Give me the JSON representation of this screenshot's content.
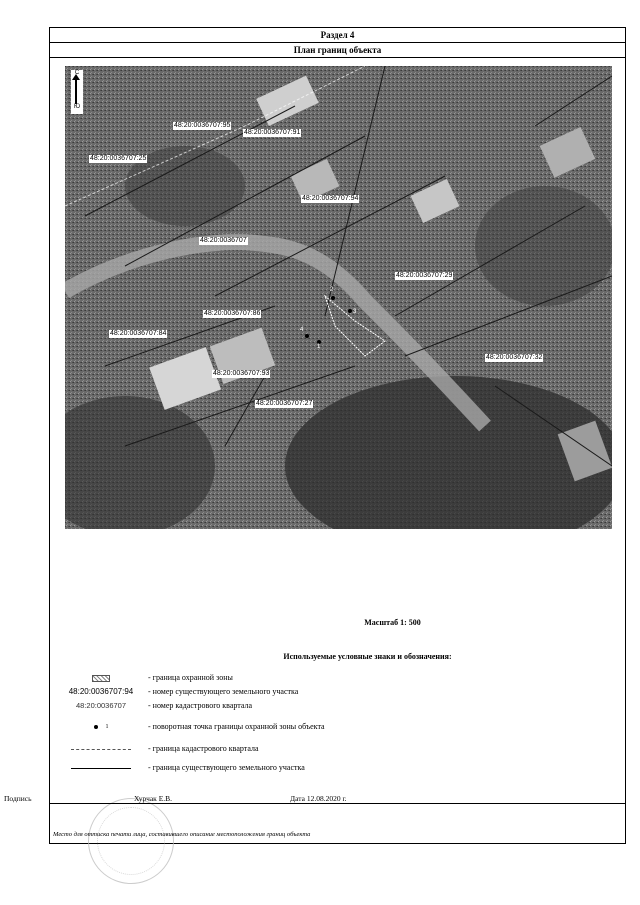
{
  "header": {
    "section": "Раздел 4",
    "title": "План границ объекта"
  },
  "map": {
    "north_top": "С",
    "north_bottom": "Ю",
    "parcel_labels": [
      "48:20:0036707:95",
      "48:20:0036707:91",
      "48:20:0036707:25",
      "48:20:0036707:94",
      "48:20:0036707",
      "48:20:0036707:29",
      "48:20:0036707:86",
      "48:20:0036707:84",
      "48:20:0036707:93",
      "48:20:0036707:27",
      "48:20:0036707:32"
    ],
    "points": [
      "2",
      "3",
      "4",
      "1"
    ]
  },
  "scale": "Масштаб 1: 500",
  "legend": {
    "title": "Используемые условные знаки и обозначения:",
    "items": [
      {
        "symbol_icon": "hatch-rect-icon",
        "text": "- граница  охранной зоны"
      },
      {
        "symbol_text": "48:20:0036707:94",
        "text": "- номер существующего земельного участка"
      },
      {
        "symbol_text": "48:20:0036707",
        "text": "- номер кадастрового квартала"
      },
      {
        "symbol_icon": "point-dot-icon",
        "symbol_text": "1",
        "text": "- поворотная точка границы охранной зоны объекта"
      },
      {
        "symbol_icon": "dashed-line-icon",
        "text": "- граница кадастрового квартала"
      },
      {
        "symbol_icon": "solid-line-icon",
        "text": "- граница существующего земельного участка"
      }
    ]
  },
  "signature": {
    "label": "Подпись",
    "name": "Хурчак Е.В.",
    "date": "Дата 12.08.2020 г.",
    "note": "Место для оттиска печати лица, составившего описание местоположения границ объекта"
  }
}
